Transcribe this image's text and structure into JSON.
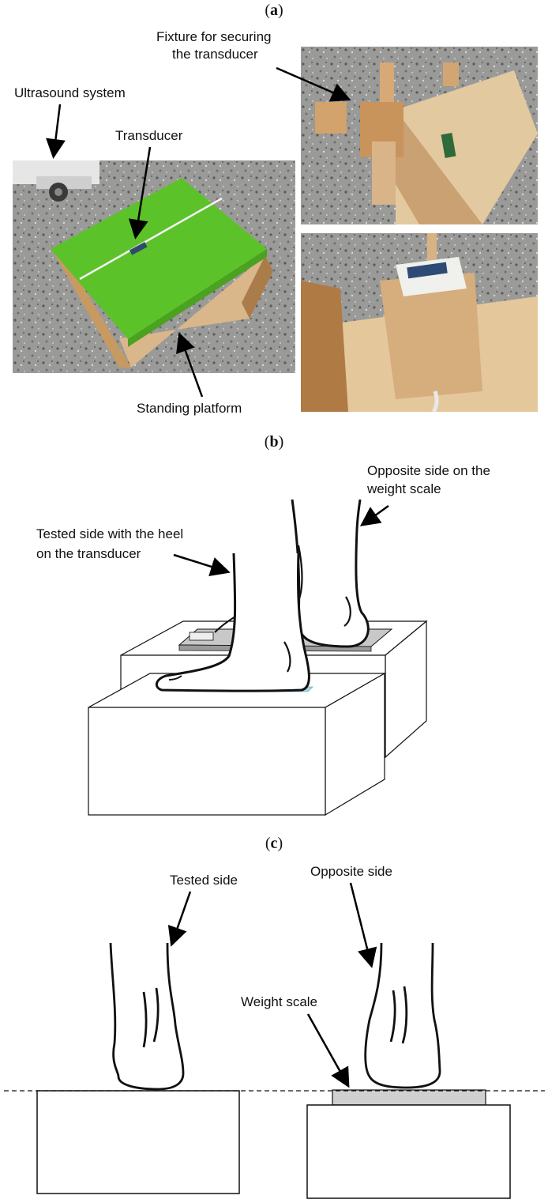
{
  "panels": {
    "a": "a",
    "b": "b",
    "c": "c"
  },
  "panel_a": {
    "fixture_label_1": "Fixture for securing",
    "fixture_label_2": "the transducer",
    "ultrasound_label": "Ultrasound system",
    "transducer_label": "Transducer",
    "platform_label": "Standing platform"
  },
  "panel_b": {
    "opposite_label_1": "Opposite side on the",
    "opposite_label_2": "weight scale",
    "tested_label_1": "Tested side with the heel",
    "tested_label_2": "on the transducer"
  },
  "panel_c": {
    "tested_label": "Tested side",
    "opposite_label": "Opposite side",
    "scale_label": "Weight scale"
  },
  "colors": {
    "platform_green": "#5cc22a",
    "wood": "#d9b78a",
    "floor": "#8e8e8c",
    "scale_gray": "#d0d0d0",
    "transducer_blue": "#9fd9e8"
  }
}
